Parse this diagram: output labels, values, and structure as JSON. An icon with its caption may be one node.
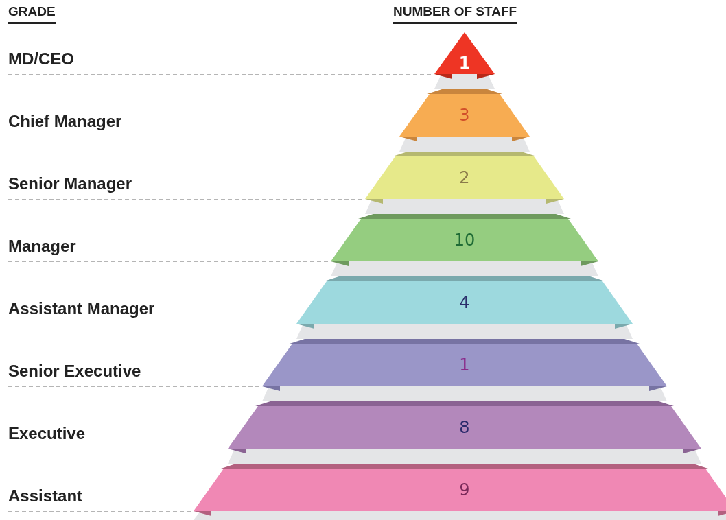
{
  "diagram": {
    "nodes": [
      {
        "text": [
          "MD/CEO"
        ]
      },
      {
        "text": [
          "1"
        ]
      },
      {
        "text": [
          "Chief Manager"
        ]
      },
      {
        "text": [
          "3"
        ]
      },
      {
        "text": [
          "Senior Manager"
        ]
      },
      {
        "text": [
          "2"
        ]
      },
      {
        "text": [
          "Manager"
        ]
      },
      {
        "text": [
          "10"
        ]
      },
      {
        "text": [
          "Assistant Manager"
        ]
      },
      {
        "text": [
          "4"
        ]
      },
      {
        "text": [
          "Senior Executive"
        ]
      },
      {
        "text": [
          "1"
        ]
      },
      {
        "text": [
          "Executive"
        ]
      },
      {
        "text": [
          "8"
        ]
      },
      {
        "text": [
          "Assistant"
        ]
      },
      {
        "text": [
          "9"
        ]
      }
    ],
    "edges": [
      {
        "from": 0,
        "to": 1,
        "arrow": "none",
        "style": "dashed"
      },
      {
        "from": 2,
        "to": 3,
        "arrow": "none",
        "style": "dashed"
      },
      {
        "from": 4,
        "to": 5,
        "arrow": "none",
        "style": "dashed"
      },
      {
        "from": 6,
        "to": 7,
        "arrow": "none",
        "style": "dashed"
      },
      {
        "from": 8,
        "to": 9,
        "arrow": "none",
        "style": "dashed"
      },
      {
        "from": 10,
        "to": 11,
        "arrow": "none",
        "style": "dashed"
      },
      {
        "from": 12,
        "to": 13,
        "arrow": "none",
        "style": "dashed"
      },
      {
        "from": 14,
        "to": 15,
        "arrow": "none",
        "style": "dashed"
      }
    ],
    "labels": [
      "GRADE",
      "NUMBER OF STAFF"
    ]
  }
}
